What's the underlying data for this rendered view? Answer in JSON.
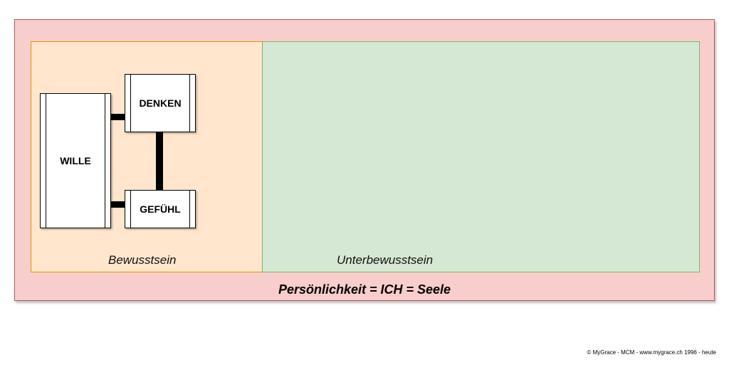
{
  "diagram": {
    "boxes": {
      "wille": "WILLE",
      "denken": "DENKEN",
      "gefuehl": "GEFÜHL"
    },
    "regions": {
      "conscious": "Bewusstsein",
      "unconscious": "Unterbewusstsein"
    },
    "title": "Persönlichkeit = ICH = Seele",
    "copyright": "© MyGrace - MCM - www.mygrace.ch 1996 - heute"
  },
  "colors": {
    "outer_fill": "#f8cecc",
    "conscious_fill": "#ffe6cc",
    "unconscious_fill": "#d5e8d4"
  }
}
